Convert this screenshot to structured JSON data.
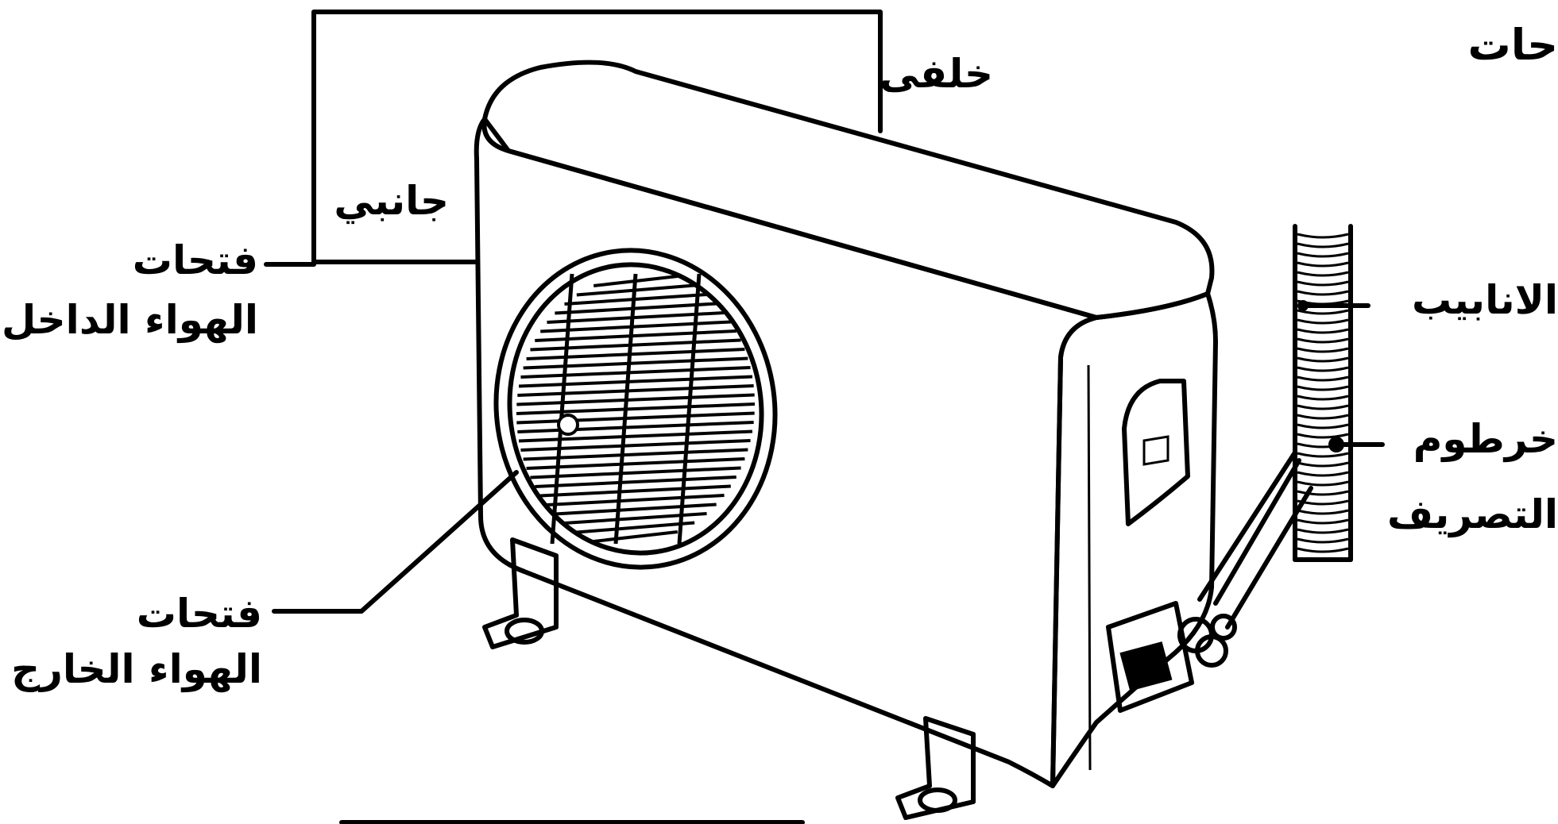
{
  "labels": {
    "back": "خلفى",
    "side": "جانبي",
    "inlet_line1": "فتحات",
    "inlet_line2": "الهواء الداخل",
    "outlet_line1": "فتحات",
    "outlet_line2": "الهواء الخارج",
    "pipes": "الانابيب",
    "drain_line1": "خرطوم",
    "drain_line2": "التصريف",
    "corner_partial": "حات"
  }
}
